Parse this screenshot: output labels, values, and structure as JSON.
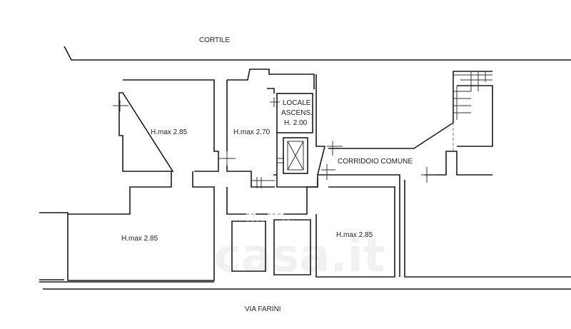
{
  "plan": {
    "labels": {
      "cortile": "CORTILE",
      "via": "VIA FARINI",
      "room_upper_left": "H.max 2.85",
      "room_middle": "H.max 2.70",
      "locale_1": "LOCALE",
      "locale_2": "ASCENS.",
      "locale_3": "H. 2.00",
      "corridoio": "CORRIDOIO COMUNE",
      "room_lower_left": "H.max 2.85",
      "room_lower_right": "H.max 2.85"
    },
    "watermark": "casa.it"
  }
}
